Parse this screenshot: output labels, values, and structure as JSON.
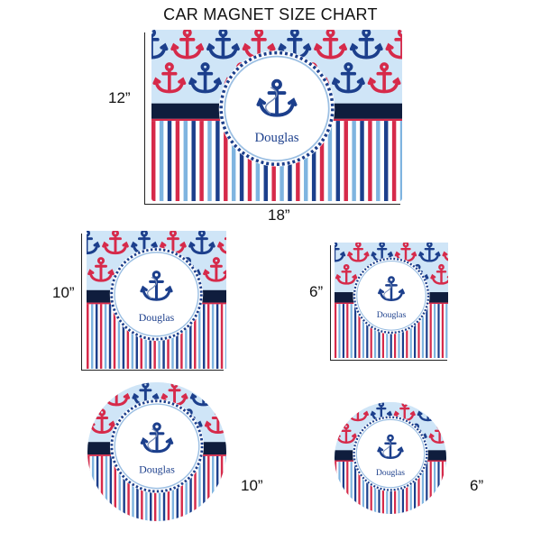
{
  "title": "CAR MAGNET SIZE CHART",
  "personalized_name": "Douglas",
  "magnets": [
    {
      "shape": "rectangle",
      "height_label": "12”",
      "width_label": "18”"
    },
    {
      "shape": "square",
      "size_label": "10”"
    },
    {
      "shape": "square",
      "size_label": "6”"
    },
    {
      "shape": "circle",
      "size_label": "10”"
    },
    {
      "shape": "circle",
      "size_label": "6”"
    }
  ],
  "colors": {
    "sky": "#cfe5f7",
    "red": "#d62a4a",
    "navy": "#1c3f8c",
    "dark_band": "#0f1d3d",
    "light_blue_stripe": "#7fb4e0",
    "white": "#ffffff"
  },
  "icons": {
    "pattern_icon": "anchor-icon",
    "center_icon": "anchor-with-rope-icon"
  }
}
